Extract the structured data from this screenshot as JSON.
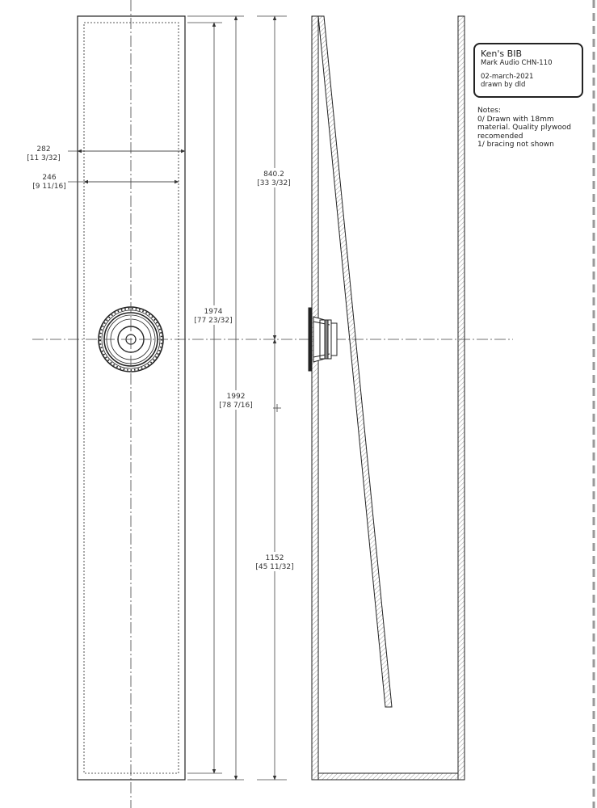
{
  "title_block": {
    "title": "Ken's BIB",
    "driver": "Mark Audio CHN-110",
    "date": "02-march-2021",
    "author": "drawn by dld"
  },
  "notes": {
    "heading": "Notes:",
    "lines": [
      "0/ Drawn with 18mm",
      "material. Quality plywood",
      "recomended",
      "1/ bracing not shown"
    ]
  },
  "dimensions": {
    "outer_width": {
      "mm": "282",
      "inch": "[11 3/32]"
    },
    "inner_width": {
      "mm": "246",
      "inch": "[9 11/16]"
    },
    "inner_height": {
      "mm": "1974",
      "inch": "[77 23/32]"
    },
    "outer_height": {
      "mm": "1992",
      "inch": "[78 7/16]"
    },
    "upper_to_driver": {
      "mm": "840.2",
      "inch": "[33 3/32]"
    },
    "lower_to_driver": {
      "mm": "1152",
      "inch": "[45 11/32]"
    }
  }
}
